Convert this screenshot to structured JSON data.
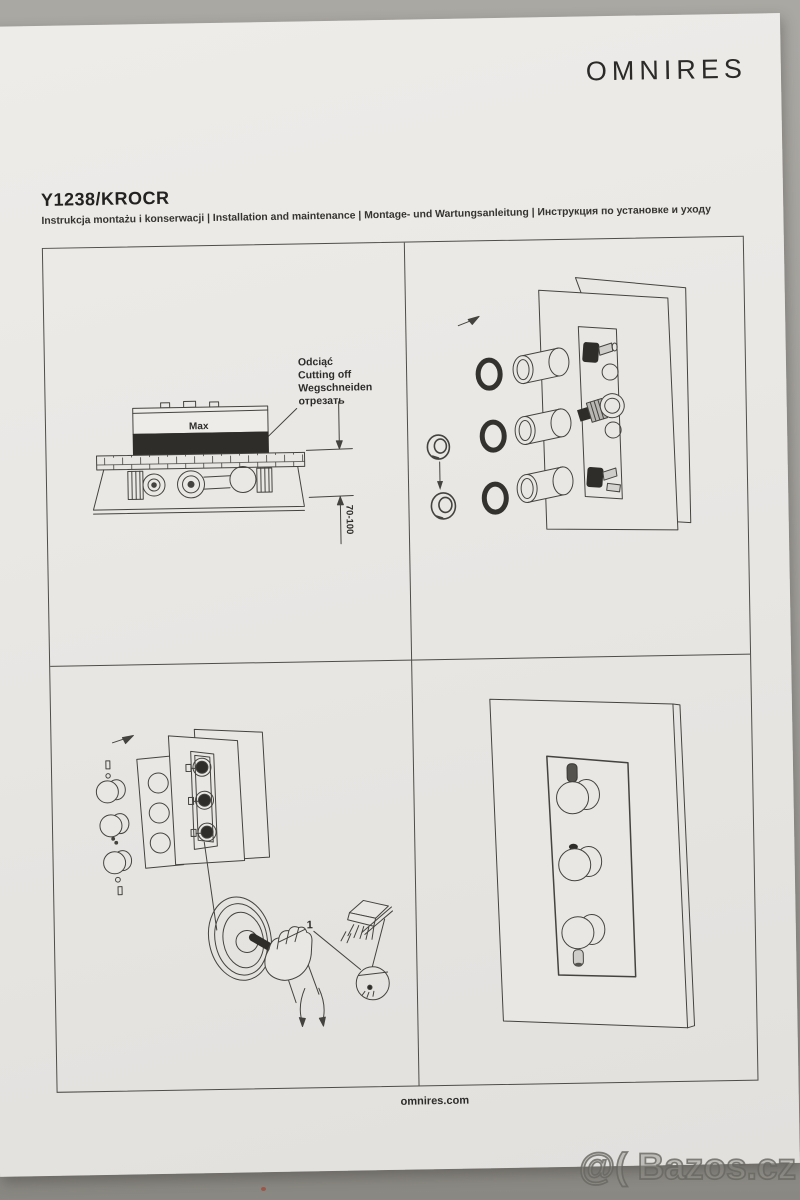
{
  "page": {
    "brand": "OMNIRES",
    "product_code": "Y1238/KROCR",
    "subtitle": "Instrukcja montażu i konserwacji | Installation and maintenance | Montage- und Wartungsanleitung | Инструкция по установке и уходу",
    "footer_url": "omnires.com",
    "watermark": "@( Bazos.cz"
  },
  "diagram": {
    "cutoff_label_pl": "Odciąć",
    "cutoff_label_en": "Cutting off",
    "cutoff_label_de": "Wegschneiden",
    "cutoff_label_ru": "отрезать",
    "max_label": "Max",
    "depth_range_mm": "70-100",
    "step_number": "1"
  },
  "colors": {
    "paper": "#e9e7e4",
    "desk_top": "#a9a7a2",
    "desk_bottom": "#8c8a84",
    "ink": "#2b2927",
    "line": "#45433f",
    "black_fill": "#2f2d2a"
  }
}
